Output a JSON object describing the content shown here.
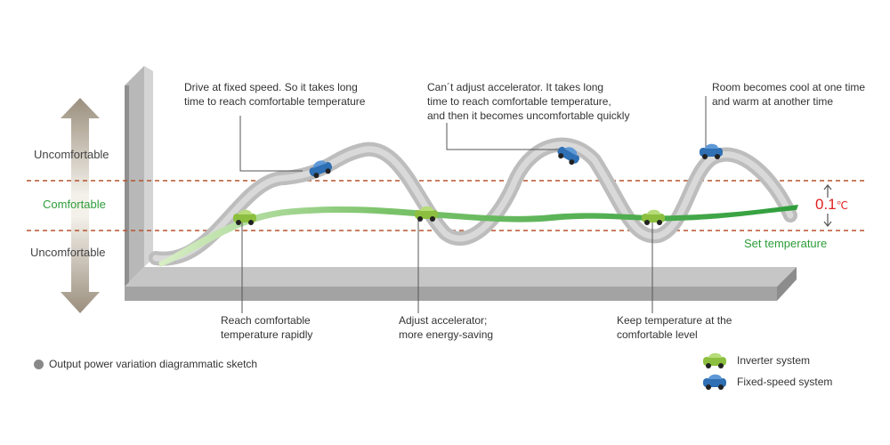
{
  "scale": {
    "uncomfortable_top": "Uncomfortable",
    "comfortable": "Comfortable",
    "uncomfortable_bottom": "Uncomfortable"
  },
  "annotations": {
    "fixed_speed_start": [
      "Drive at fixed speed. So it takes long",
      "time to reach comfortable temperature"
    ],
    "fixed_speed_middle": [
      "Can´t adjust accelerator. It takes long",
      "time to reach comfortable temperature,",
      "and then it becomes uncomfortable quickly"
    ],
    "fixed_speed_end": [
      "Room becomes cool at one time",
      "and warm at another time"
    ],
    "inverter_start": [
      "Reach comfortable",
      "temperature rapidly"
    ],
    "inverter_middle": [
      "Adjust accelerator;",
      "more energy-saving"
    ],
    "inverter_end": [
      "Keep temperature at the",
      "comfortable level"
    ]
  },
  "set_temperature": {
    "label": "Set temperature",
    "delta_value": "0.1",
    "delta_unit": "℃"
  },
  "footnote": "Output power variation diagrammatic sketch",
  "legend": [
    {
      "label": "Inverter system",
      "icon": "green-car-icon",
      "color": "#8cbf3f"
    },
    {
      "label": "Fixed-speed system",
      "icon": "blue-car-icon",
      "color": "#2f6fb3"
    }
  ],
  "colors": {
    "inverter_band": "#3da64a",
    "fixed_band": "#b9b9b9",
    "comfort_boundary": "#b5552e",
    "delta": "#e02020"
  }
}
